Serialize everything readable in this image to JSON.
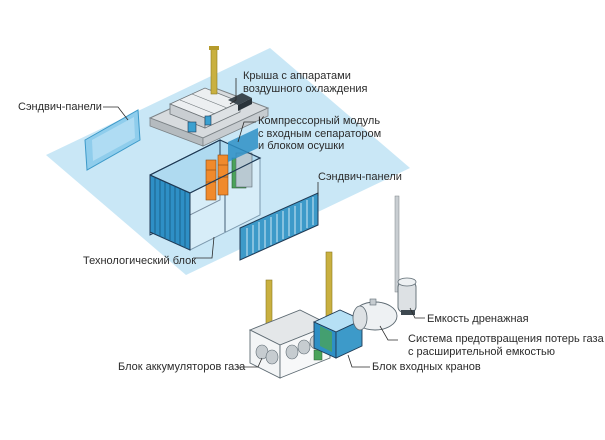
{
  "labels": {
    "roof": [
      "Крыша с аппаратами",
      "воздушного охлаждения"
    ],
    "sandwich_left": "Сэндвич-панели",
    "compressor": [
      "Компрессорный модуль",
      "с входным сепаратором",
      "и блоком осушки"
    ],
    "sandwich_right": "Сэндвич-панели",
    "tech_block": "Технологический блок",
    "drain_tank": "Емкость дренажная",
    "loss_system": [
      "Система предотвращения потерь газа",
      "с расширительной емкостью"
    ],
    "accumulators": "Блок аккумуляторов газа",
    "inlet_valves": "Блок входных кранов"
  },
  "colors": {
    "platform": "#bfe3f4",
    "panel": "#3d9ac9",
    "frame": "#1f3a55",
    "module_glass": "#2e8fc5",
    "stack": "#c9b040",
    "equipment_gray": "#d9dde0"
  }
}
